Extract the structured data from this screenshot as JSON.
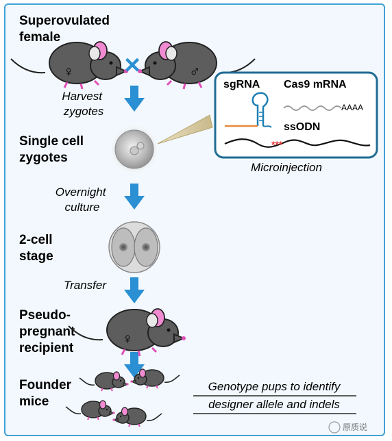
{
  "steps": {
    "superovulated": [
      "Superovulated",
      "female"
    ],
    "single_cell": [
      "Single cell",
      "zygotes"
    ],
    "two_cell": [
      "2-cell",
      "stage"
    ],
    "recipient": [
      "Pseudo-",
      "pregnant",
      "recipient"
    ],
    "founder": [
      "Founder",
      "mice"
    ]
  },
  "arrows": {
    "harvest": [
      "Harvest",
      "zygotes"
    ],
    "overnight": [
      "Overnight",
      "culture"
    ],
    "transfer": "Transfer"
  },
  "injection": {
    "sgrna": "sgRNA",
    "cas9": "Cas9 mRNA",
    "polya": "AAAA",
    "ssodn": "ssODN",
    "mutation": "***",
    "caption": "Microinjection"
  },
  "genotype": [
    "Genotype pups to identify",
    "designer allele and indels"
  ],
  "symbols": {
    "female": "♀",
    "male": "♂",
    "cross": "×"
  },
  "watermark": "原质说",
  "colors": {
    "frame": "#3fa2d6",
    "arrow": "#2a8fd3",
    "mouse_body": "#5d5d5d",
    "ear": "#f08bd2",
    "inject_box": "#1f6c94",
    "sgrna": "#1e7fb4",
    "orange": "#e8893a",
    "mutation": "#e53935",
    "bg": "#f2f8fd"
  }
}
